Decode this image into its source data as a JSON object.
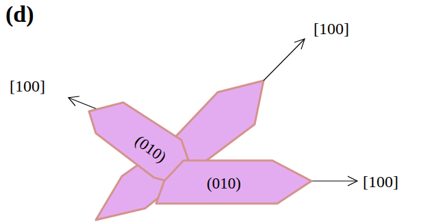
{
  "diagram": {
    "nodes": [
      {
        "text": [
          "(010)"
        ]
      },
      {
        "text": [
          "(010)"
        ]
      }
    ],
    "labels": [
      "(d)",
      "[100]",
      "[100]",
      "[100]"
    ]
  }
}
